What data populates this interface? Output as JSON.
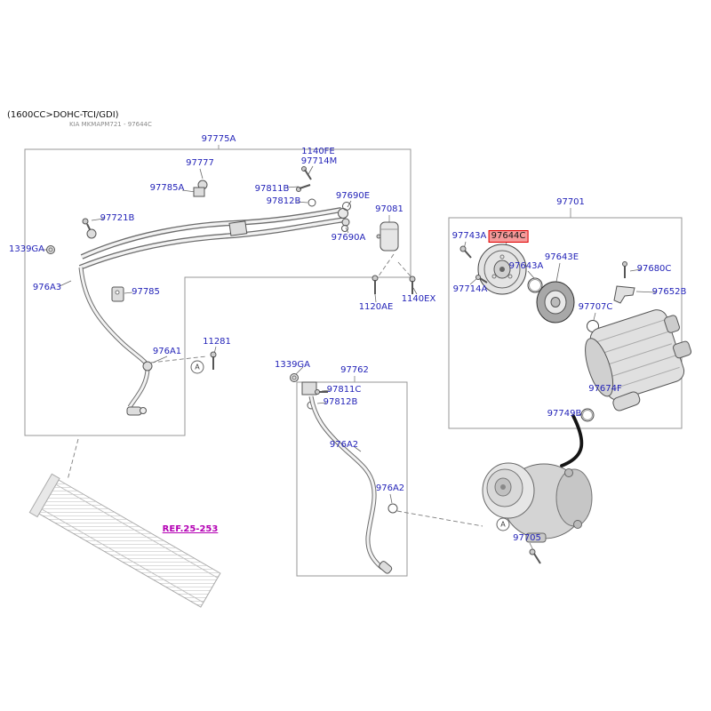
{
  "header": {
    "engine_spec": "(1600CC>DOHC-TCI/GDI)",
    "catalog_code": "KIA MKMAPM721 - 97644C"
  },
  "colors": {
    "label_blue": "#2323b8",
    "highlight_bg": "#f59a9a",
    "highlight_border": "#e00000",
    "ref_magenta": "#b400b4",
    "line_gray": "#909090"
  },
  "callout_letter": "A",
  "labels": [
    {
      "text": "97775A"
    },
    {
      "text": "97777"
    },
    {
      "text": "1140FE"
    },
    {
      "text": "97714M"
    },
    {
      "text": "97785A"
    },
    {
      "text": "97811B"
    },
    {
      "text": "97812B"
    },
    {
      "text": "97690E"
    },
    {
      "text": "97081"
    },
    {
      "text": "97721B"
    },
    {
      "text": "1339GA"
    },
    {
      "text": "97690A"
    },
    {
      "text": "976A3"
    },
    {
      "text": "97785"
    },
    {
      "text": "1120AE"
    },
    {
      "text": "1140EX"
    },
    {
      "text": "976A1"
    },
    {
      "text": "11281"
    },
    {
      "text": "1339GA"
    },
    {
      "text": "97762"
    },
    {
      "text": "97811C"
    },
    {
      "text": "97812B"
    },
    {
      "text": "976A2"
    },
    {
      "text": "976A2"
    },
    {
      "text": "97701"
    },
    {
      "text": "97743A"
    },
    {
      "text": "97644C"
    },
    {
      "text": "97643A"
    },
    {
      "text": "97643E"
    },
    {
      "text": "97680C"
    },
    {
      "text": "97652B"
    },
    {
      "text": "97707C"
    },
    {
      "text": "97714A"
    },
    {
      "text": "97674F"
    },
    {
      "text": "97749B"
    },
    {
      "text": "97705"
    },
    {
      "text": "REF.25-253"
    }
  ]
}
